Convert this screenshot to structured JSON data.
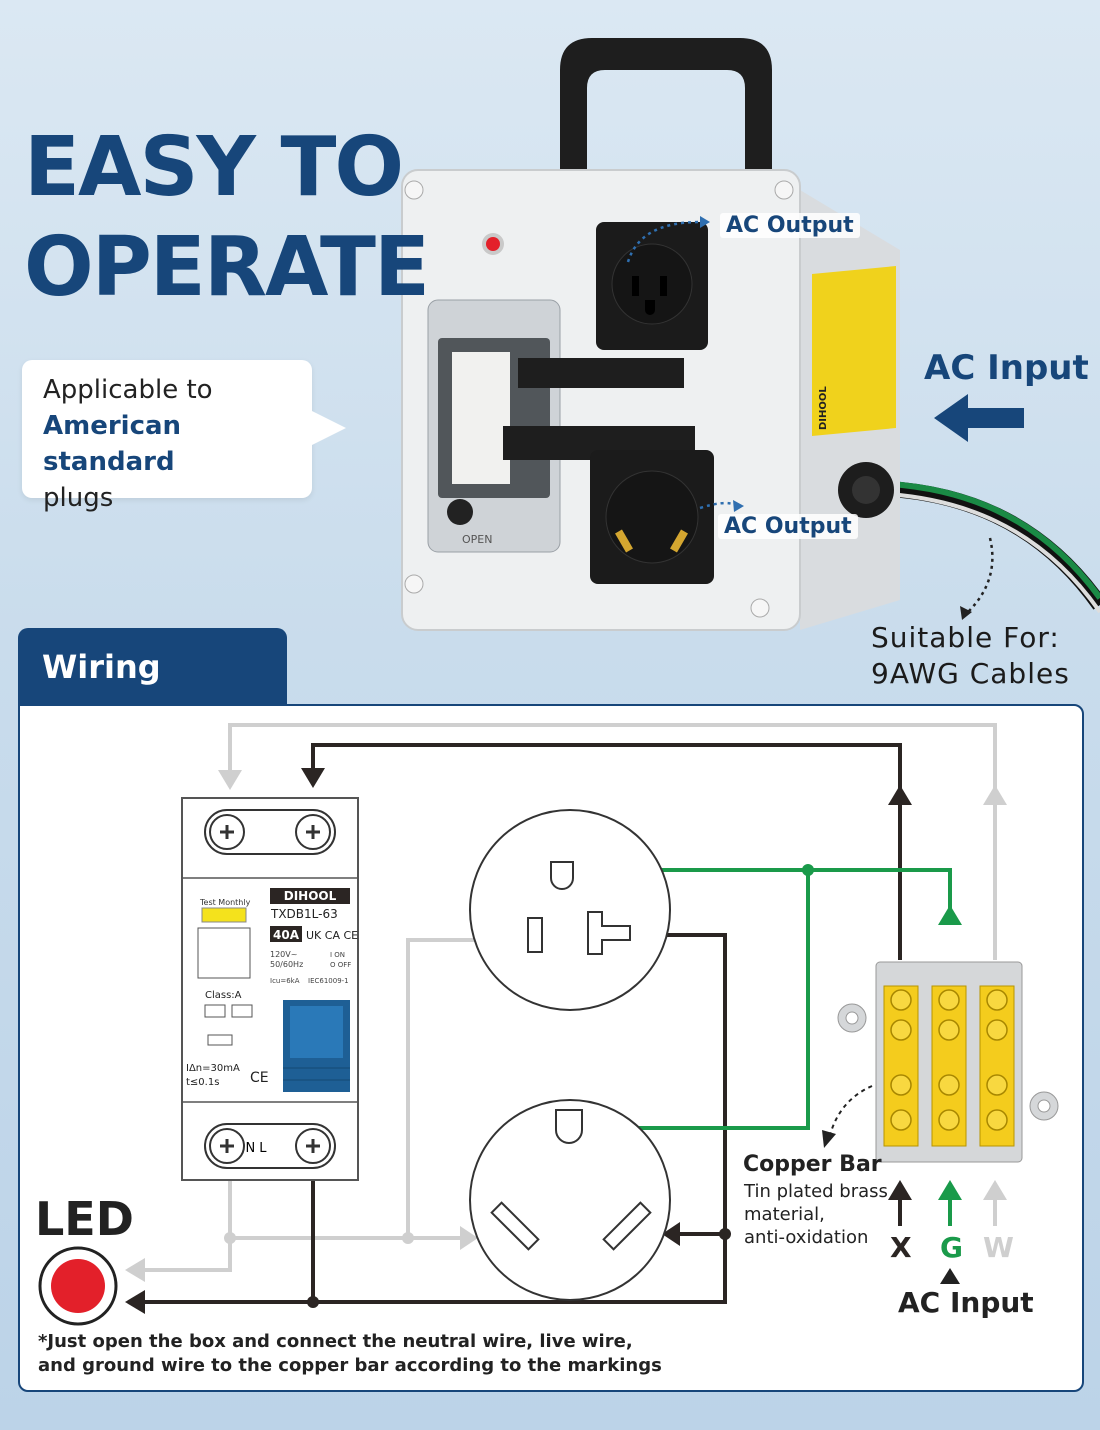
{
  "headline": {
    "line1": "EASY TO",
    "line2": "OPERATE"
  },
  "callout": {
    "line1": "Applicable to",
    "line2": "American standard",
    "line3": "plugs"
  },
  "product": {
    "outlet_top_label": "AC Output",
    "outlet_bottom_label": "AC Output",
    "input_label": "AC Input",
    "suitable_line1": "Suitable For:",
    "suitable_line2": "9AWG Cables",
    "brand_sticker": "DIHOOL",
    "breaker_window_text": "OPEN"
  },
  "wiring": {
    "tab_title": "Wiring Display",
    "breaker": {
      "test_label": "Test Monthly",
      "brand": "DIHOOL",
      "model": "TXDB1L-63",
      "rating": "40A",
      "marks": "UK CA  CE",
      "voltage": "120V~",
      "freq": "50/60Hz",
      "on": "I ON",
      "off": "O OFF",
      "icu": "Icu=6kA",
      "std": "IEC61009-1",
      "class": "Class:A",
      "idn": "IΔn=30mA",
      "t": "t≤0.1s",
      "terminal": "N L"
    },
    "led_label": "LED",
    "copper_bar": {
      "title": "Copper Bar",
      "line1": "Tin plated brass",
      "line2": "material,",
      "line3": "anti-oxidation"
    },
    "terminals": {
      "x": "X",
      "g": "G",
      "w": "W"
    },
    "ac_input": "AC Input",
    "note_line1": "*Just open the box and connect the neutral wire, live wire,",
    "note_line2": "and ground wire to the copper bar according to the markings"
  },
  "colors": {
    "brand_blue": "#17467a",
    "wire_live": "#2b2523",
    "wire_ground": "#1a9a4a",
    "wire_neutral": "#cfcfcf",
    "led": "#e3202a",
    "terminal_yellow": "#f4cc1d"
  }
}
